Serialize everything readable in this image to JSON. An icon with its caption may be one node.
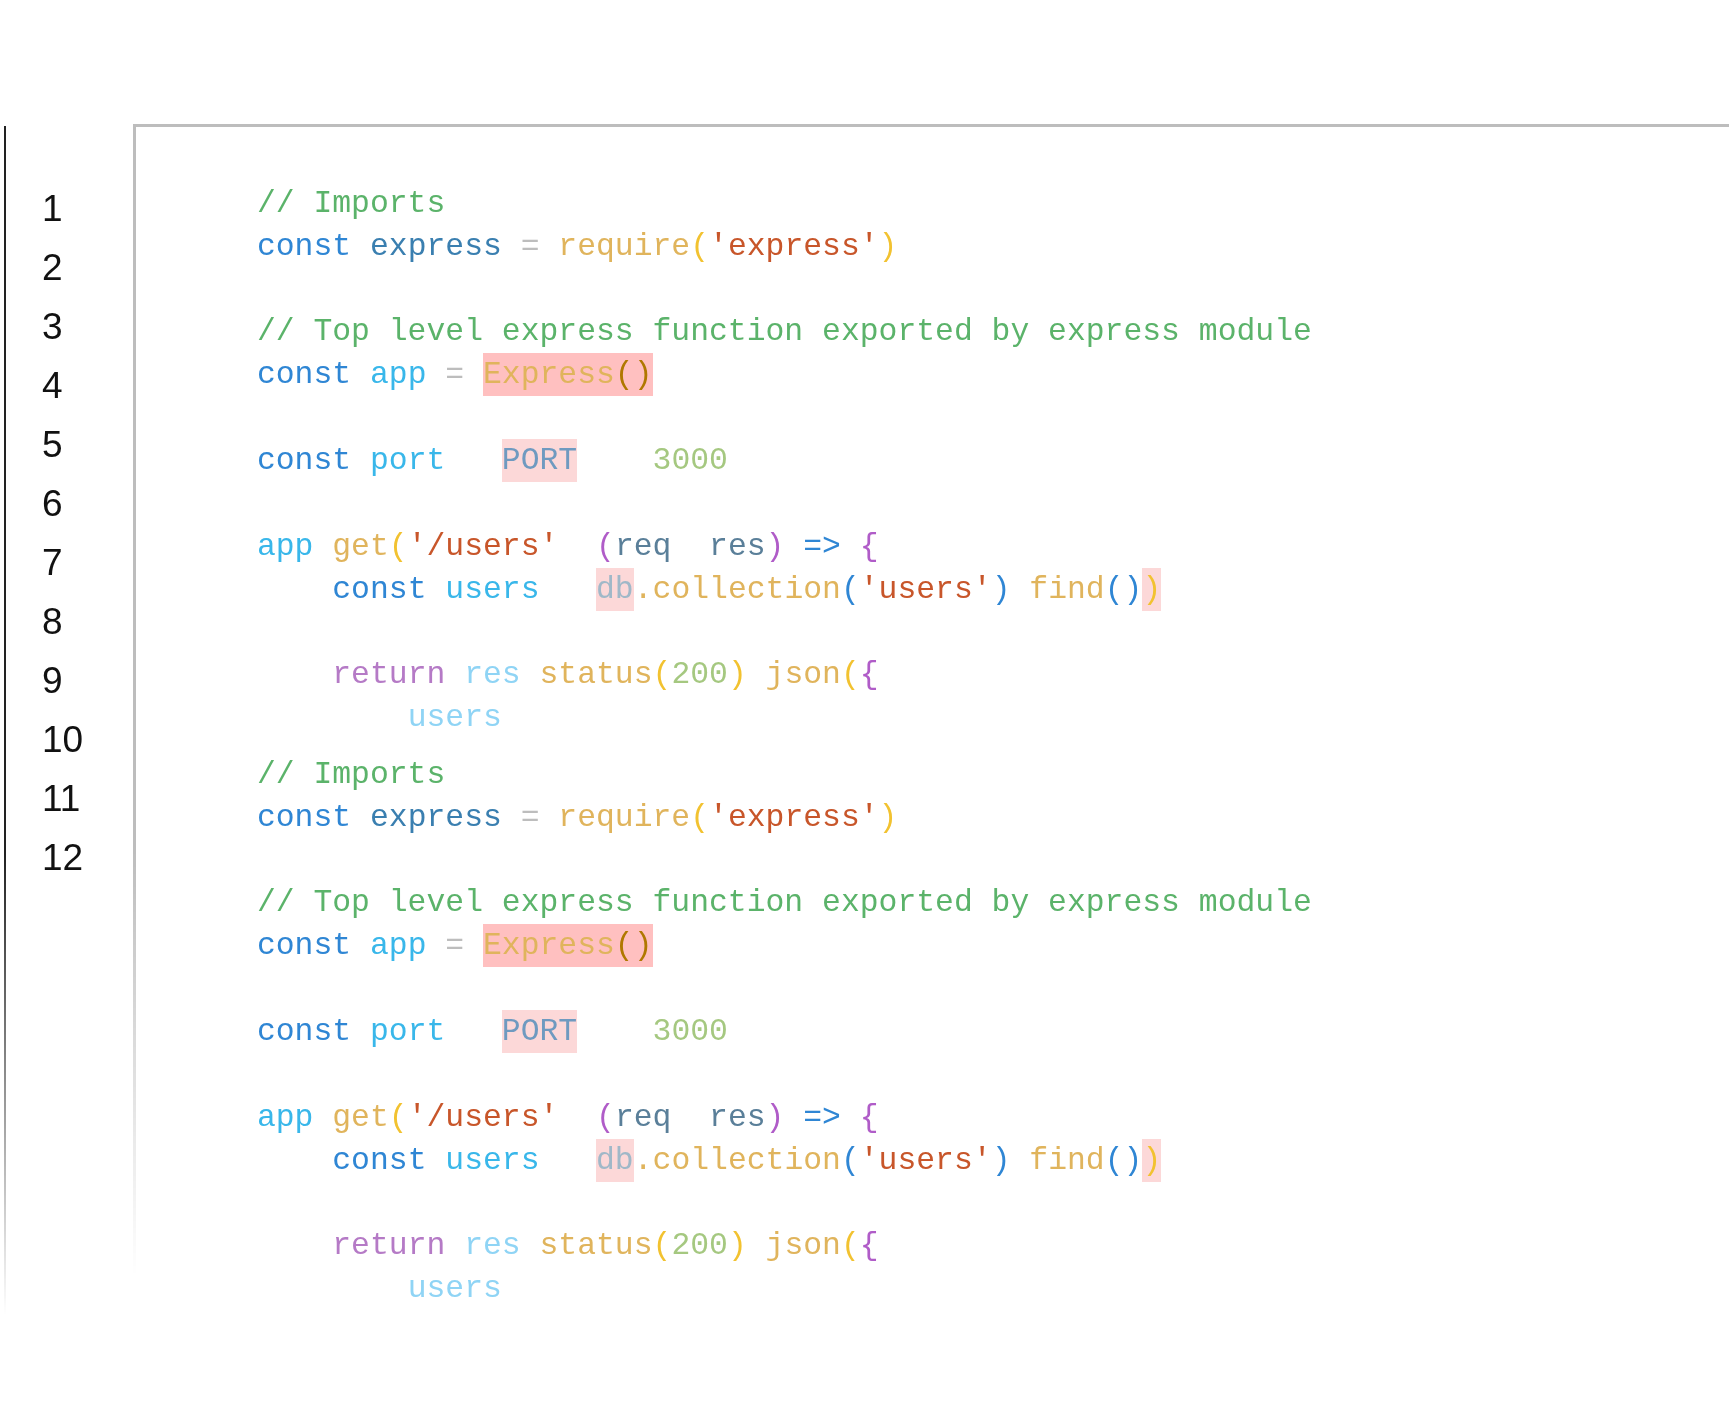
{
  "diagram": {
    "labels": [
      "1",
      "2",
      "3",
      "4",
      "5",
      "6",
      "7",
      "8",
      "9",
      "10",
      "11",
      "12",
      "// Imports",
      "const express = require('express')",
      "// Top level express function exported by express module",
      "const app = Express()",
      "const port   PORT    3000",
      "app get('/users'  (req  res) => {",
      "    const users   db.collection('users') find())",
      "    return res status(200) json({",
      "        users",
      "// Imports",
      "const express = require('express')",
      "// Top level express function exported by express module",
      "const app = Express()",
      "const port   PORT    3000",
      "app get('/users'  (req  res) => {",
      "    const users   db.collection('users') find())",
      "    return res status(200) json({",
      "        users"
    ]
  }
}
